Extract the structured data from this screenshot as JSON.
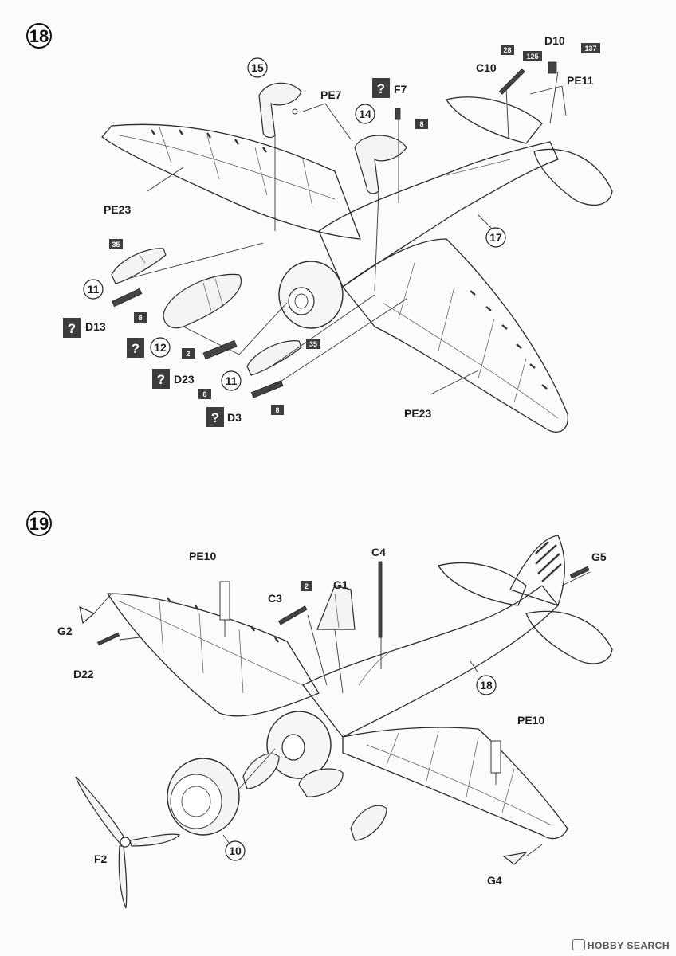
{
  "steps": [
    {
      "number": "18",
      "circled": [
        {
          "id": "15",
          "text": "15"
        },
        {
          "id": "14",
          "text": "14"
        },
        {
          "id": "17",
          "text": "17"
        },
        {
          "id": "11a",
          "text": "11"
        },
        {
          "id": "12",
          "text": "12"
        },
        {
          "id": "11b",
          "text": "11"
        }
      ],
      "labels": [
        {
          "id": "pe7",
          "text": "PE7"
        },
        {
          "id": "f7",
          "text": "F7"
        },
        {
          "id": "c10",
          "text": "C10"
        },
        {
          "id": "d10",
          "text": "D10"
        },
        {
          "id": "pe11",
          "text": "PE11"
        },
        {
          "id": "pe23a",
          "text": "PE23"
        },
        {
          "id": "pe23b",
          "text": "PE23"
        },
        {
          "id": "d13",
          "text": "D13"
        },
        {
          "id": "d23",
          "text": "D23"
        },
        {
          "id": "d3",
          "text": "D3"
        }
      ],
      "color_refs": [
        {
          "id": "b28",
          "text": "28"
        },
        {
          "id": "b125",
          "text": "125"
        },
        {
          "id": "b137",
          "text": "137"
        },
        {
          "id": "b8f7",
          "text": "8"
        },
        {
          "id": "b35a",
          "text": "35"
        },
        {
          "id": "b8a",
          "text": "8"
        },
        {
          "id": "b2",
          "text": "2"
        },
        {
          "id": "b35b",
          "text": "35"
        },
        {
          "id": "b8b",
          "text": "8"
        },
        {
          "id": "b8c",
          "text": "8"
        }
      ],
      "choice_marks": [
        {
          "id": "q-f7",
          "text": "?"
        },
        {
          "id": "q-d13",
          "text": "?"
        },
        {
          "id": "q-12",
          "text": "?"
        },
        {
          "id": "q-d23",
          "text": "?"
        },
        {
          "id": "q-d3",
          "text": "?"
        }
      ]
    },
    {
      "number": "19",
      "circled": [
        {
          "id": "18",
          "text": "18"
        },
        {
          "id": "10",
          "text": "10"
        }
      ],
      "labels": [
        {
          "id": "pe10a",
          "text": "PE10"
        },
        {
          "id": "c3",
          "text": "C3"
        },
        {
          "id": "g1",
          "text": "G1"
        },
        {
          "id": "c4",
          "text": "C4"
        },
        {
          "id": "g5",
          "text": "G5"
        },
        {
          "id": "g2",
          "text": "G2"
        },
        {
          "id": "d22",
          "text": "D22"
        },
        {
          "id": "pe10b",
          "text": "PE10"
        },
        {
          "id": "f2",
          "text": "F2"
        },
        {
          "id": "g4",
          "text": "G4"
        }
      ],
      "color_refs": [
        {
          "id": "b2c3",
          "text": "2"
        }
      ]
    }
  ],
  "watermark": "HOBBY SEARCH",
  "colors": {
    "ink": "#222222",
    "paper": "#fbfbf9",
    "box": "#3d3d3d"
  }
}
